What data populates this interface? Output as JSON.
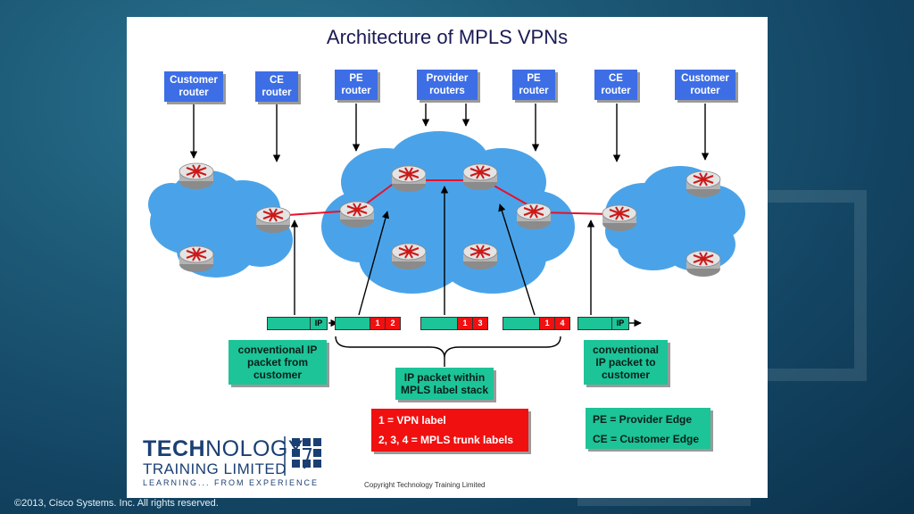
{
  "title": "Architecture of MPLS VPNs",
  "top_labels": [
    "Customer\nrouter",
    "CE\nrouter",
    "PE\nrouter",
    "Provider\nrouters",
    "PE\nrouter",
    "CE\nrouter",
    "Customer\nrouter"
  ],
  "packets": {
    "ip": "IP",
    "labels": [
      [
        "1",
        "2"
      ],
      [
        "1",
        "3"
      ],
      [
        "1",
        "4"
      ]
    ]
  },
  "notes": {
    "left": "conventional IP\npacket from\ncustomer",
    "middle": "IP packet within\nMPLS label stack",
    "right": "conventional\nIP packet to\ncustomer"
  },
  "label_key": [
    "1 = VPN label",
    "2, 3, 4 = MPLS trunk labels"
  ],
  "legend": [
    "PE = Provider Edge",
    "CE = Customer Edge"
  ],
  "logo": {
    "line1_bold": "TECH",
    "line1_thin": "NOLOGY",
    "line2": "TRAINING LIMITED",
    "tagline": "LEARNING... FROM EXPERIENCE"
  },
  "copyright": "Copyright Technology Training Limited",
  "footer": "©2013, Cisco Systems. Inc. All rights reserved.",
  "colors": {
    "label_blue": "#3d6ee6",
    "cloud": "#4aa3e8",
    "packet_green": "#1cc498",
    "label_red": "#f01010",
    "link_red": "#e8102a"
  }
}
